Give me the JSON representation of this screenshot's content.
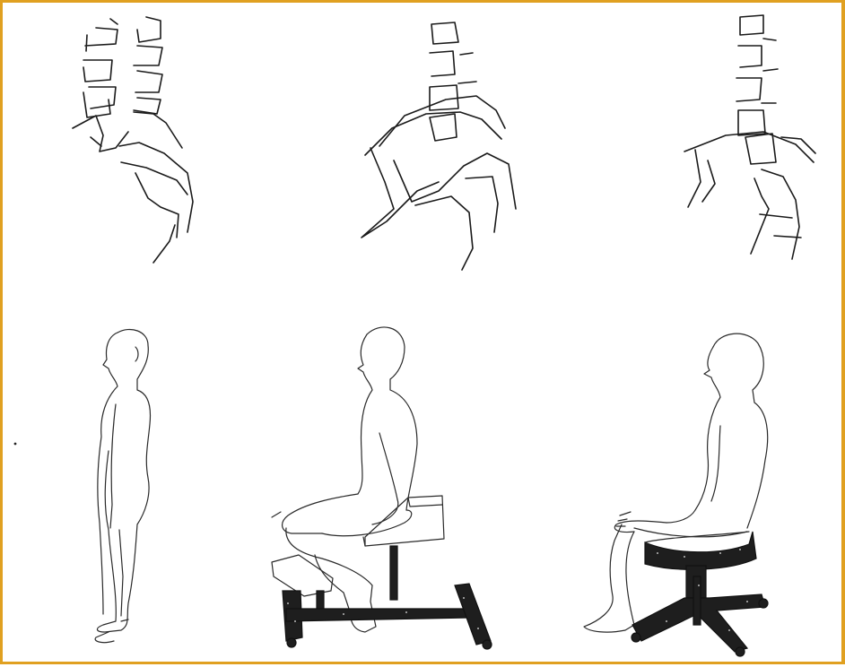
{
  "figure": {
    "panels": [
      {
        "name": "spine-standing"
      },
      {
        "name": "spine-kneeling-chair"
      },
      {
        "name": "spine-conventional-chair"
      },
      {
        "name": "person-standing"
      },
      {
        "name": "person-on-kneeling-chair"
      },
      {
        "name": "person-on-office-chair"
      }
    ],
    "colors": {
      "border": "#e0a020",
      "line": "#1a1a1a",
      "furniture": "#1e1e1e"
    }
  }
}
